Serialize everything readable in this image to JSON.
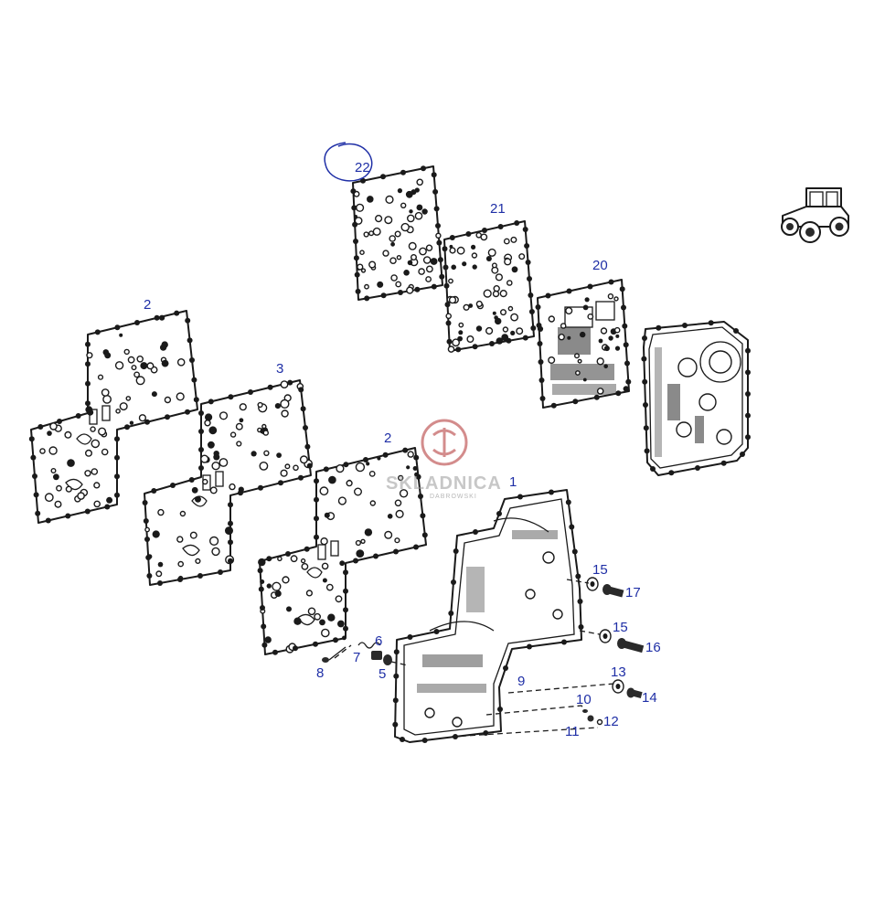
{
  "callouts": {
    "c22": "22",
    "c21": "21",
    "c20": "20",
    "c2a": "2",
    "c3": "3",
    "c2b": "2",
    "c1": "1",
    "c15a": "15",
    "c17": "17",
    "c15b": "15",
    "c16": "16",
    "c13": "13",
    "c14": "14",
    "c10": "10",
    "c12": "12",
    "c11": "11",
    "c9": "9",
    "c6": "6",
    "c7": "7",
    "c5": "5",
    "c8": "8"
  },
  "watermark": {
    "brand": "SKLADNICA",
    "sub": "DABROWSKI"
  },
  "colors": {
    "callout": "#1f2fa6",
    "circle_highlight": "#1f2fa6",
    "watermark": "#b03030",
    "line": "#1a1a1a"
  },
  "icons": {
    "tractor": "tractor-icon",
    "watermark_logo": "watermark-logo-icon"
  }
}
